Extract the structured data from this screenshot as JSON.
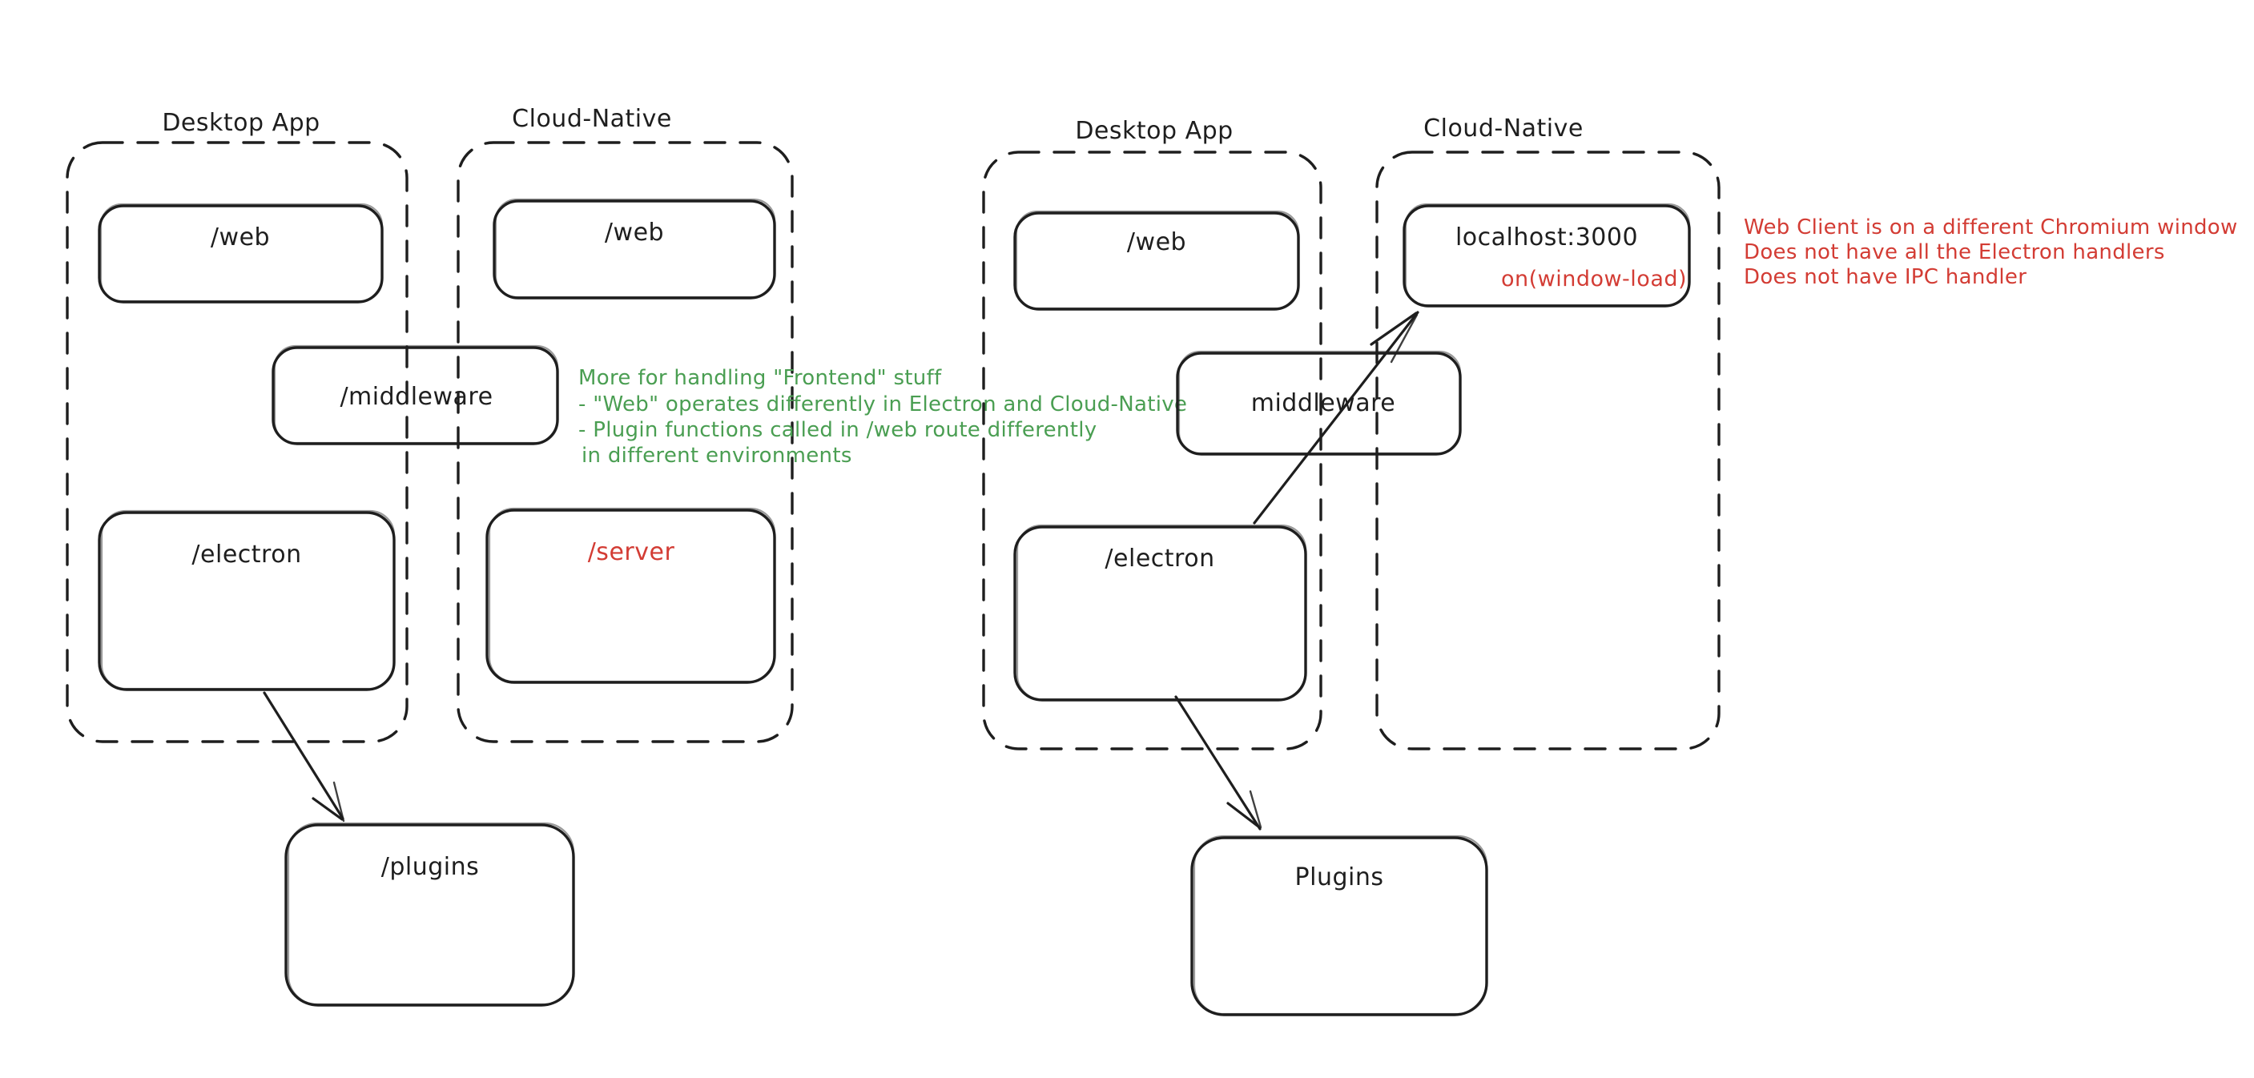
{
  "left_group": {
    "desktop_label": "Desktop App",
    "cloud_label": "Cloud-Native",
    "web_desktop_label": "/web",
    "web_cloud_label": "/web",
    "middleware_label": "/middleware",
    "electron_label": "/electron",
    "server_label": "/server",
    "plugins_label": "/plugins",
    "note_lines": [
      "More for handling \"Frontend\" stuff",
      "- \"Web\" operates differently in Electron and Cloud-Native",
      "- Plugin functions called in /web route differently",
      "in different environments"
    ]
  },
  "right_group": {
    "desktop_label": "Desktop App",
    "cloud_label": "Cloud-Native",
    "web_label": "/web",
    "localhost_label": "localhost:3000",
    "on_window_load_label": "on(window-load)",
    "middleware_label": "middleware",
    "electron_label": "/electron",
    "plugins_label": "Plugins",
    "note_lines": [
      "Web Client is on a different Chromium window",
      "Does not have all the Electron handlers",
      "Does not have IPC handler"
    ]
  },
  "colors": {
    "ink": "#1e1e1e",
    "annotation_green": "#4a9e52",
    "annotation_red": "#d33c34",
    "background": "#ffffff"
  }
}
